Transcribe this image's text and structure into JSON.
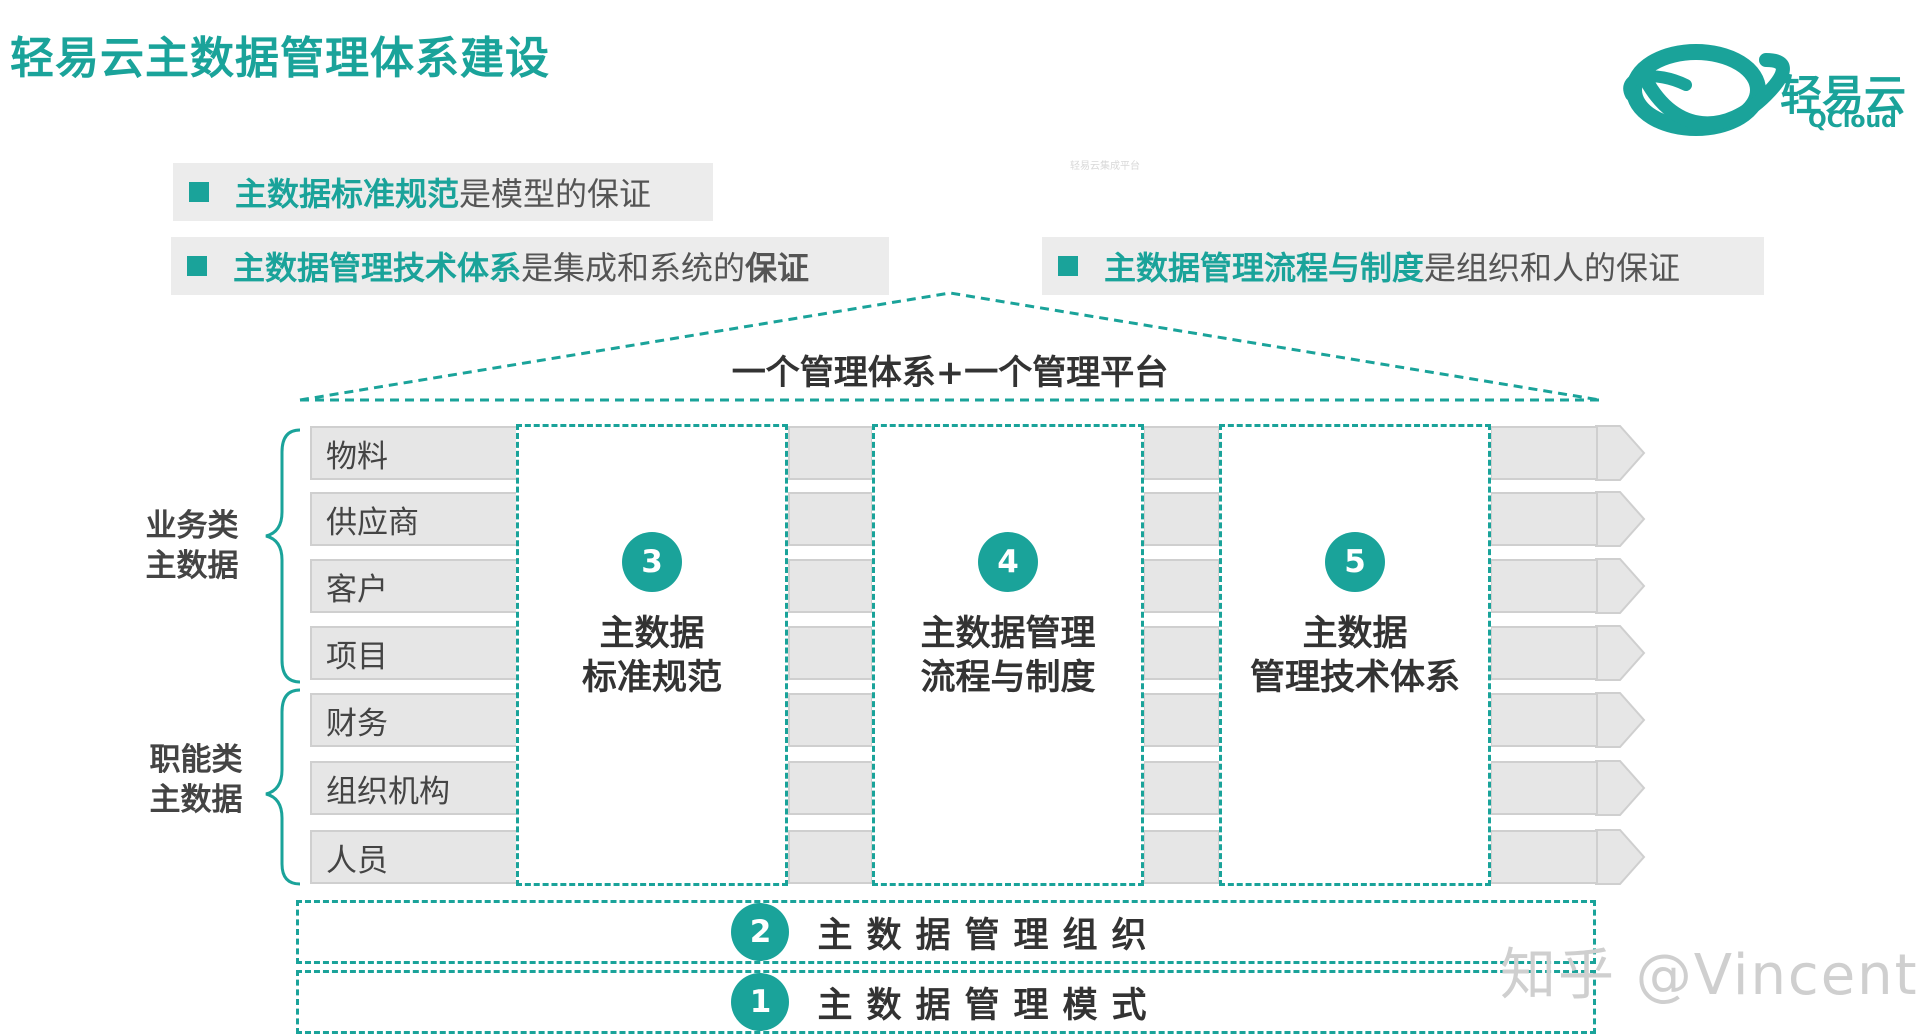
{
  "title": "轻易云主数据管理体系建设",
  "logo": {
    "cn": "轻易云",
    "en": "QCloud",
    "color": "#1aa39a",
    "icon": "infinity-loop-logo"
  },
  "tiny_mark": "轻易云集成平台",
  "notes": [
    {
      "highlight": "主数据标准规范",
      "rest": "是模型的保证",
      "rest_bold": ""
    },
    {
      "highlight": "主数据管理技术体系",
      "rest": "是集成和系统的",
      "rest_bold": "保证"
    },
    {
      "highlight": "主数据管理流程与制度",
      "rest": "是组织和人的保证",
      "rest_bold": ""
    }
  ],
  "roof_title": "一个管理体系+一个管理平台",
  "groups": [
    {
      "label_line1": "业务类",
      "label_line2": "主数据"
    },
    {
      "label_line1": "职能类",
      "label_line2": "主数据"
    }
  ],
  "rows": [
    "物料",
    "供应商",
    "客户",
    "项目",
    "财务",
    "组织机构",
    "人员"
  ],
  "pillars": [
    {
      "num": "3",
      "line1": "主数据",
      "line2": "标准规范"
    },
    {
      "num": "4",
      "line1": "主数据管理",
      "line2": "流程与制度"
    },
    {
      "num": "5",
      "line1": "主数据",
      "line2": "管理技术体系"
    }
  ],
  "foundations": [
    {
      "num": "2",
      "text": "主数据管理组织"
    },
    {
      "num": "1",
      "text": "主数据管理模式"
    }
  ],
  "watermark": "知乎 @Vincent",
  "colors": {
    "accent": "#1aa39a",
    "band": "#e6e6e6"
  }
}
